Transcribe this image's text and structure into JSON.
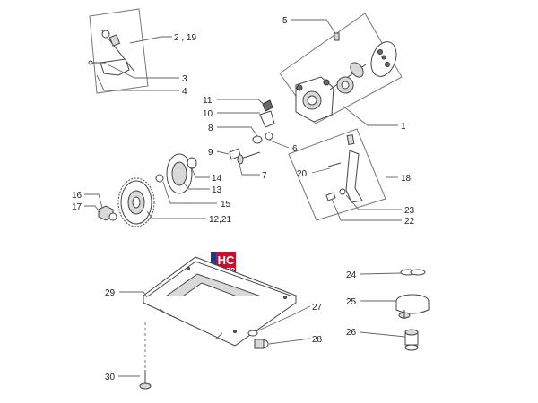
{
  "logo": {
    "line1": "HC",
    "line2": "SHOP",
    "colors": {
      "primary": "#c8102e",
      "secondary": "#1f3a8a"
    }
  },
  "callouts": {
    "c_2_19": "2 , 19",
    "c_3": "3",
    "c_4": "4",
    "c_5": "5",
    "c_1": "1",
    "c_11": "11",
    "c_10": "10",
    "c_8": "8",
    "c_6": "6",
    "c_9": "9",
    "c_7": "7",
    "c_14": "14",
    "c_13": "13",
    "c_15": "15",
    "c_16": "16",
    "c_17": "17",
    "c_12_21": "12,21",
    "c_20": "20",
    "c_18": "18",
    "c_23": "23",
    "c_22": "22",
    "c_24": "24",
    "c_25": "25",
    "c_26": "26",
    "c_29": "29",
    "c_27": "27",
    "c_28": "28",
    "c_30": "30"
  }
}
